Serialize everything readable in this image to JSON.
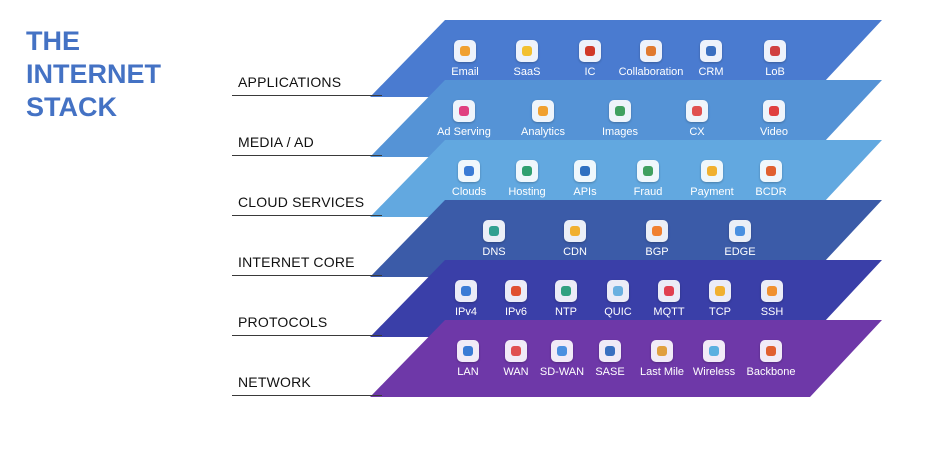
{
  "title": {
    "line1": "THE",
    "line2": "INTERNET",
    "line3": "STACK"
  },
  "layers": [
    {
      "label": "APPLICATIONS",
      "color": "#4a7bd0",
      "items": [
        {
          "label": "Email",
          "icon": "email-icon",
          "accent": "#f0a030"
        },
        {
          "label": "SaaS",
          "icon": "saas-icon",
          "accent": "#f2c030"
        },
        {
          "label": "IC",
          "icon": "chip-icon",
          "accent": "#d03a2a"
        },
        {
          "label": "Collaboration",
          "icon": "collaboration-icon",
          "accent": "#e07a30"
        },
        {
          "label": "CRM",
          "icon": "crm-icon",
          "accent": "#3a6fc0"
        },
        {
          "label": "LoB",
          "icon": "lob-icon",
          "accent": "#d04040"
        }
      ]
    },
    {
      "label": "MEDIA / AD",
      "color": "#5593d6",
      "items": [
        {
          "label": "Ad Serving",
          "icon": "ad-serving-icon",
          "accent": "#e04080"
        },
        {
          "label": "Analytics",
          "icon": "analytics-icon",
          "accent": "#f0a030"
        },
        {
          "label": "Images",
          "icon": "images-icon",
          "accent": "#40a060"
        },
        {
          "label": "CX",
          "icon": "cx-icon",
          "accent": "#e05050"
        },
        {
          "label": "Video",
          "icon": "video-icon",
          "accent": "#e04040"
        }
      ]
    },
    {
      "label": "CLOUD SERVICES",
      "color": "#62a8e0",
      "items": [
        {
          "label": "Clouds",
          "icon": "clouds-icon",
          "accent": "#3a7bd5"
        },
        {
          "label": "Hosting",
          "icon": "hosting-icon",
          "accent": "#30a070"
        },
        {
          "label": "APIs",
          "icon": "apis-icon",
          "accent": "#3070c0"
        },
        {
          "label": "Fraud",
          "icon": "fraud-icon",
          "accent": "#40a060"
        },
        {
          "label": "Payment",
          "icon": "payment-icon",
          "accent": "#f0b030"
        },
        {
          "label": "BCDR",
          "icon": "bcdr-icon",
          "accent": "#e06030"
        }
      ]
    },
    {
      "label": "INTERNET CORE",
      "color": "#3b5ba8",
      "items": [
        {
          "label": "DNS",
          "icon": "dns-icon",
          "accent": "#30a090"
        },
        {
          "label": "CDN",
          "icon": "cdn-icon",
          "accent": "#f0b030"
        },
        {
          "label": "BGP",
          "icon": "bgp-icon",
          "accent": "#f08030"
        },
        {
          "label": "EDGE",
          "icon": "edge-icon",
          "accent": "#4a90e0"
        }
      ]
    },
    {
      "label": "PROTOCOLS",
      "color": "#3a3fa8",
      "items": [
        {
          "label": "IPv4",
          "icon": "ipv4-icon",
          "accent": "#3a7bd5"
        },
        {
          "label": "IPv6",
          "icon": "ipv6-icon",
          "accent": "#e05030"
        },
        {
          "label": "NTP",
          "icon": "ntp-icon",
          "accent": "#30a080"
        },
        {
          "label": "QUIC",
          "icon": "quic-icon",
          "accent": "#6ab0e0"
        },
        {
          "label": "MQTT",
          "icon": "mqtt-icon",
          "accent": "#e04050"
        },
        {
          "label": "TCP",
          "icon": "tcp-icon",
          "accent": "#f0b030"
        },
        {
          "label": "SSH",
          "icon": "ssh-icon",
          "accent": "#f09030"
        }
      ]
    },
    {
      "label": "NETWORK",
      "color": "#6e38a8",
      "items": [
        {
          "label": "LAN",
          "icon": "lan-icon",
          "accent": "#3a7bd5"
        },
        {
          "label": "WAN",
          "icon": "wan-icon",
          "accent": "#e05050"
        },
        {
          "label": "SD-WAN",
          "icon": "sd-wan-icon",
          "accent": "#4a90e0"
        },
        {
          "label": "SASE",
          "icon": "sase-icon",
          "accent": "#3a70c0"
        },
        {
          "label": "Last Mile",
          "icon": "last-mile-icon",
          "accent": "#e0a040"
        },
        {
          "label": "Wireless",
          "icon": "wireless-icon",
          "accent": "#5ab0e0"
        },
        {
          "label": "Backbone",
          "icon": "backbone-icon",
          "accent": "#e06030"
        }
      ]
    }
  ]
}
